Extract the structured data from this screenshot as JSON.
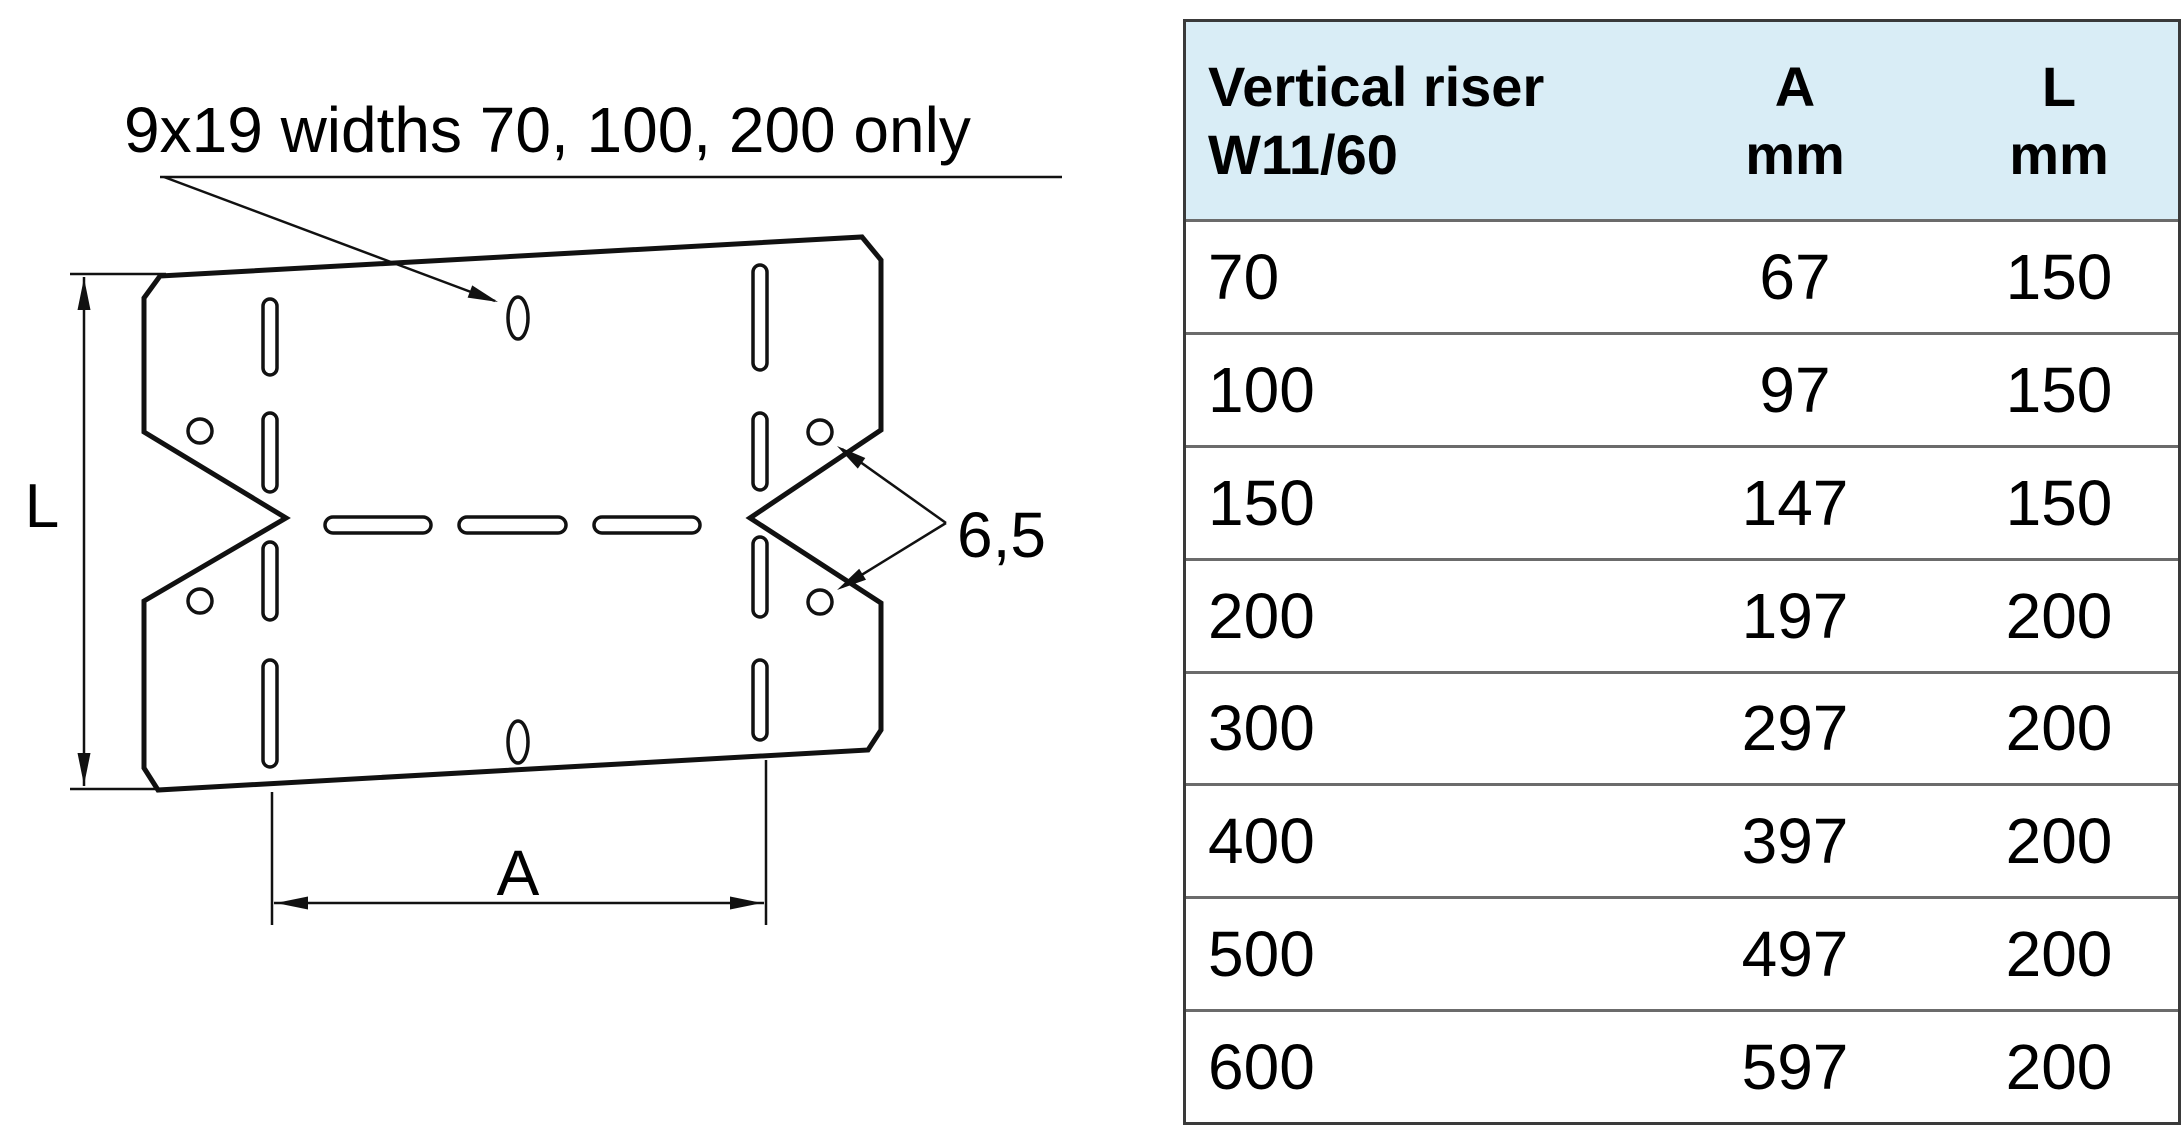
{
  "diagram": {
    "annotation_label": "9x19 widths 70, 100, 200 only",
    "length_dim_label": "L",
    "width_dim_label": "A",
    "hole_dim_label": "6,5",
    "line_color": "#111111"
  },
  "table": {
    "header_bg": "#d9edf6",
    "header": {
      "col1_line1": "Vertical riser",
      "col1_line2": "W11/60",
      "col2_line1": "A",
      "col2_line2": "mm",
      "col3_line1": "L",
      "col3_line2": "mm"
    },
    "rows": [
      {
        "width": "70",
        "a_mm": "67",
        "l_mm": "150"
      },
      {
        "width": "100",
        "a_mm": "97",
        "l_mm": "150"
      },
      {
        "width": "150",
        "a_mm": "147",
        "l_mm": "150"
      },
      {
        "width": "200",
        "a_mm": "197",
        "l_mm": "200"
      },
      {
        "width": "300",
        "a_mm": "297",
        "l_mm": "200"
      },
      {
        "width": "400",
        "a_mm": "397",
        "l_mm": "200"
      },
      {
        "width": "500",
        "a_mm": "497",
        "l_mm": "200"
      },
      {
        "width": "600",
        "a_mm": "597",
        "l_mm": "200"
      }
    ]
  }
}
